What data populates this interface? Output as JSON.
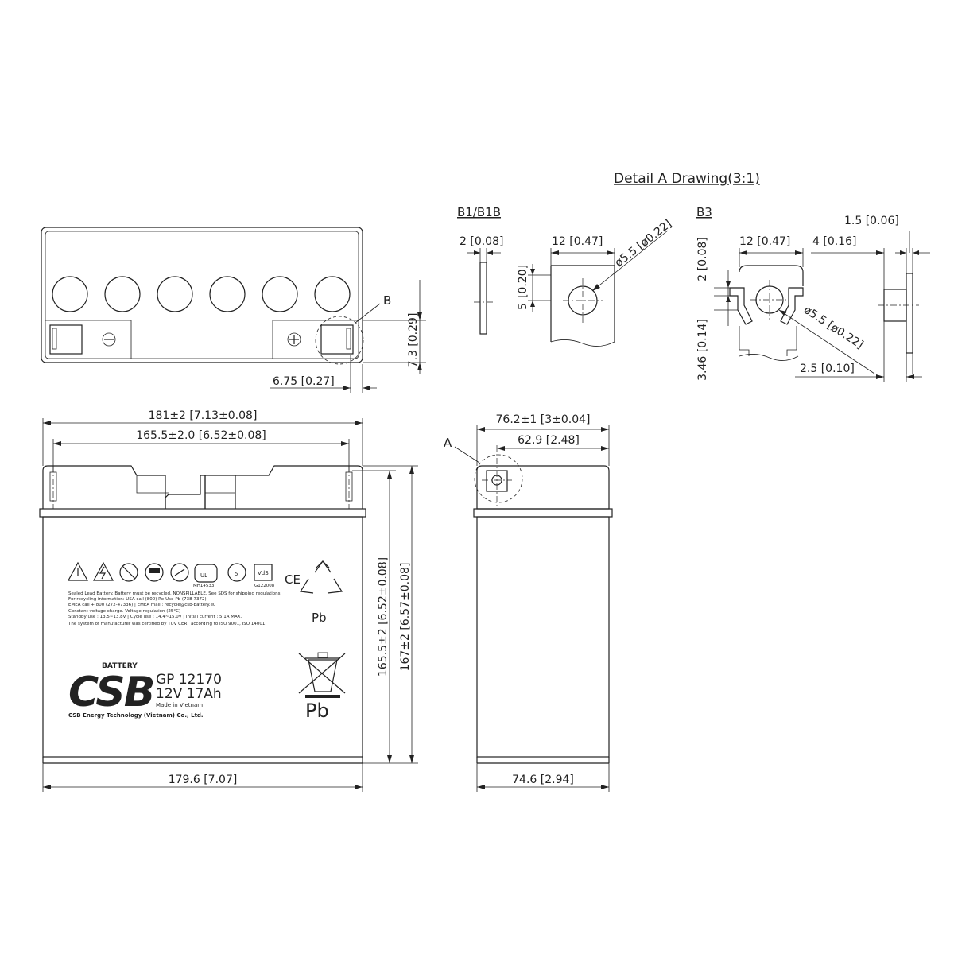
{
  "detail": {
    "title": "Detail A Drawing(3:1)",
    "b1_label": "B1/B1B",
    "b3_label": "B3"
  },
  "b1": {
    "thickness": "2 [0.08]",
    "width": "12 [0.47]",
    "hole": "ø5.5 [ø0.22]",
    "offset_small": "[0.20]",
    "offset_5": "5"
  },
  "b3": {
    "thickness_top": "2 [0.08]",
    "width": "12 [0.47]",
    "depth": "4 [0.16]",
    "edge": "1.5 [0.06]",
    "hole": "ø5.5 [ø0.22]",
    "height_left": "3.46 [0.14]",
    "offset_bottom": "2.5 [0.10]"
  },
  "top_view": {
    "label_b": "B",
    "height": "7.3 [0.29]",
    "offset": "6.75 [0.27]"
  },
  "front_view": {
    "overall_width": "181±2 [7.13±0.08]",
    "terminal_span": "165.5±2.0 [6.52±0.08]",
    "body_width": "179.6 [7.07]",
    "height_body": "165.5±2 [6.52±0.08]",
    "height_total": "167±2 [6.57±0.08]"
  },
  "side_view": {
    "label_a": "A",
    "overall_depth": "76.2±1 [3±0.04]",
    "terminal_offset": "62.9 [2.48]",
    "body_depth": "74.6 [2.94]"
  },
  "battery_label": {
    "brand": "CSB",
    "brand_tag": "BATTERY",
    "model": "GP 12170",
    "rating": "12V 17Ah",
    "origin": "Made in Vietnam",
    "company": "CSB Energy Technology (Vietnam) Co., Ltd.",
    "cert_mh": "MH14533",
    "cert_vds": "VdS",
    "cert_g": "G122008",
    "ce": "CE",
    "pb1": "Pb",
    "pb2": "Pb",
    "warning_lines": [
      "Sealed Lead Battery. Battery must be recycled. NONSPILLABLE. See SDS for shipping regulations.",
      "For recycling information: USA call (800) Re-Use-Pb (738-7372)",
      "EMEA call + 800 (272-47336)  |  EMEA mail : recycle@csb-battery.eu",
      "Constant voltage charge. Voltage regulation (25°C)",
      "Standby use : 13.5~13.8V  |  Cycle use : 14.4~15.0V  |  Initial current : 5.1A MAX.",
      "The system of manufacturer was certified by TUV CERT according to ISO 9001, ISO 14001."
    ]
  },
  "colors": {
    "line": "#222222",
    "background": "#ffffff"
  }
}
